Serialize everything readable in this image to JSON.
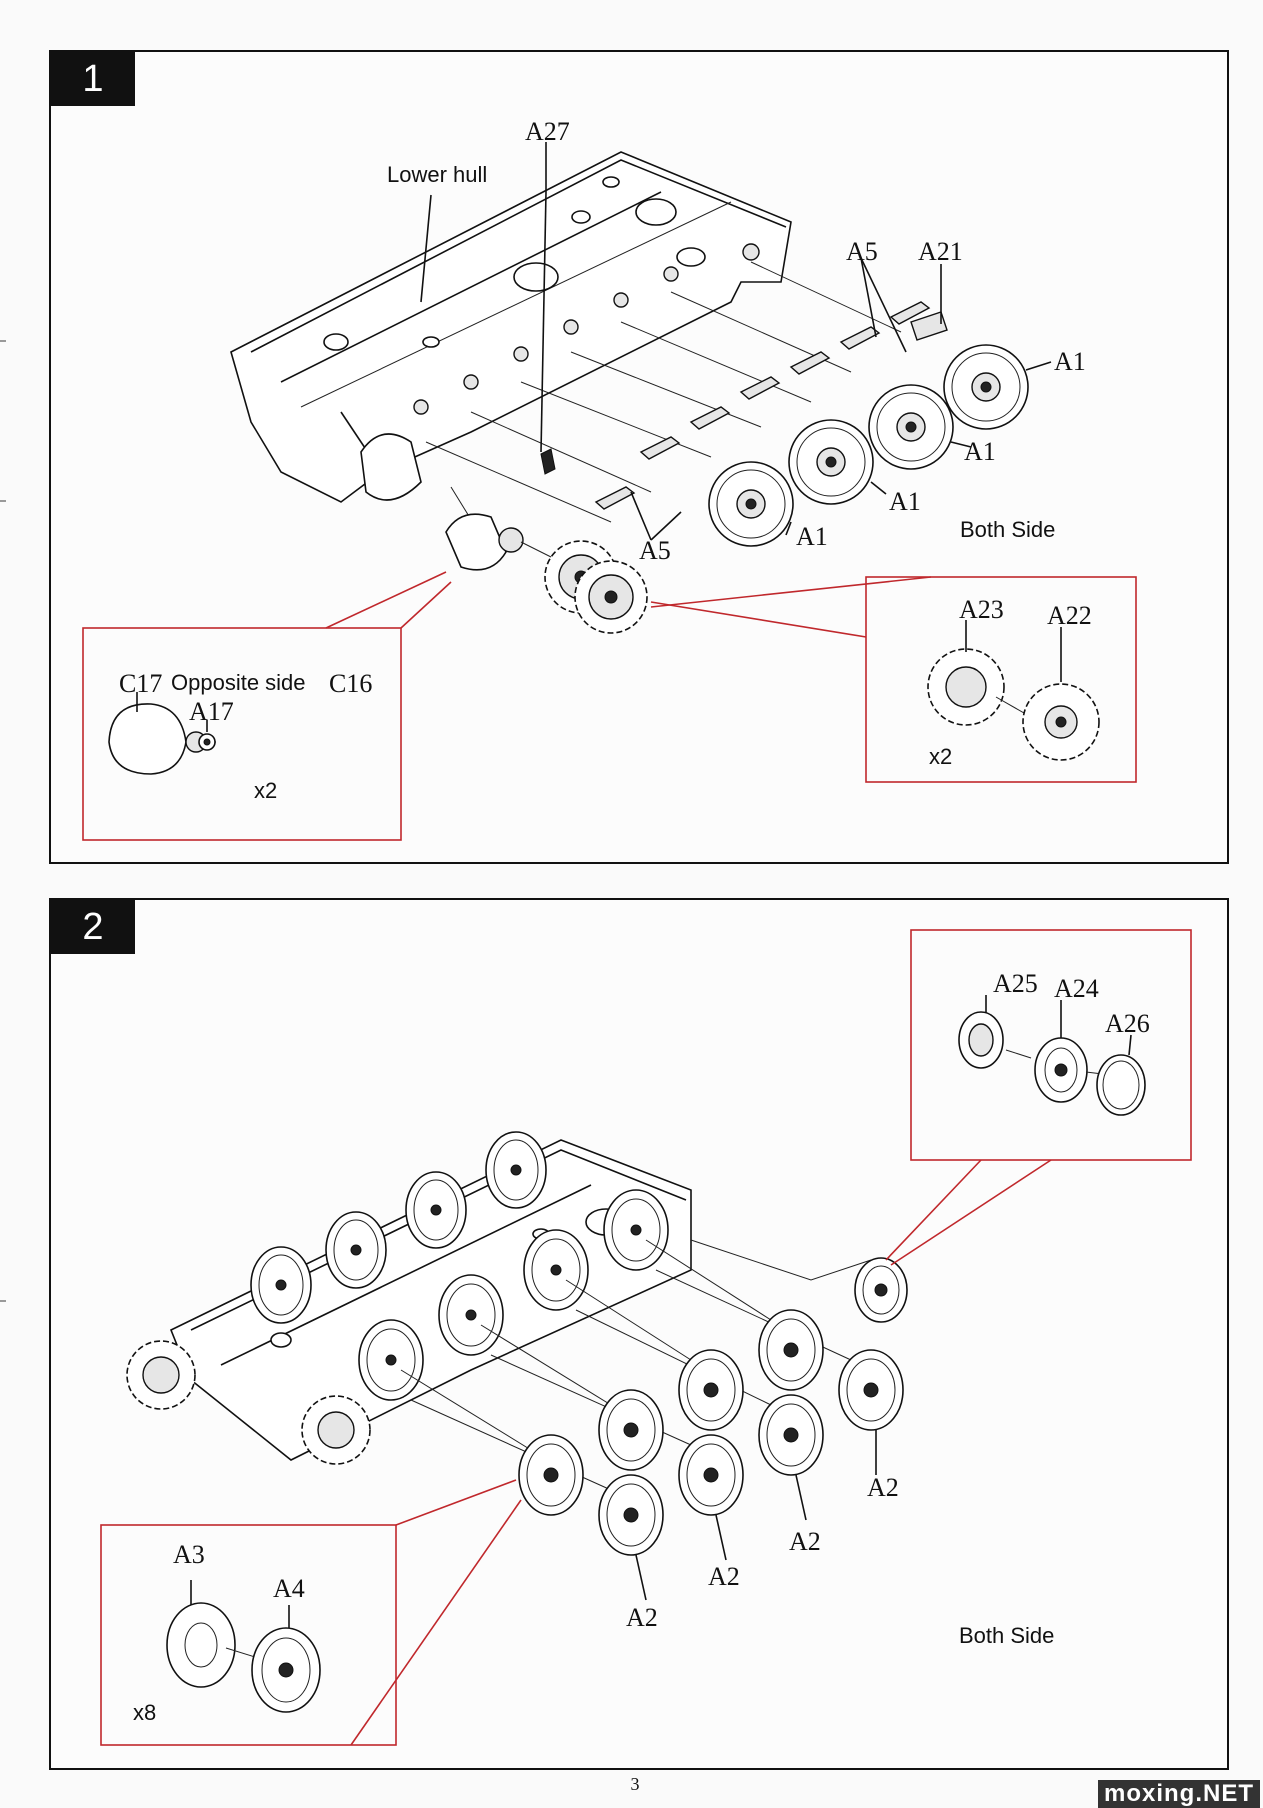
{
  "step1": {
    "number": "1",
    "labels": {
      "a27": "A27",
      "lower_hull": "Lower hull",
      "a5_top": "A5",
      "a21": "A21",
      "a1_1": "A1",
      "a1_2": "A1",
      "a1_3": "A1",
      "a1_4": "A1",
      "a5_bottom": "A5",
      "both_side": "Both Side",
      "c17": "C17",
      "opposite_side": "Opposite side",
      "c16": "C16",
      "a17": "A17",
      "x2_left": "x2",
      "a23": "A23",
      "a22": "A22",
      "x2_right": "x2"
    }
  },
  "step2": {
    "number": "2",
    "labels": {
      "a25": "A25",
      "a24": "A24",
      "a26": "A26",
      "a2_1": "A2",
      "a2_2": "A2",
      "a2_3": "A2",
      "a2_4": "A2",
      "both_side": "Both Side",
      "a3": "A3",
      "a4": "A4",
      "x8": "x8"
    }
  },
  "footer": {
    "page_number": "3",
    "watermark": "moxing.NET"
  },
  "colors": {
    "callout_border": "#c0282c",
    "step_badge": "#111111"
  }
}
